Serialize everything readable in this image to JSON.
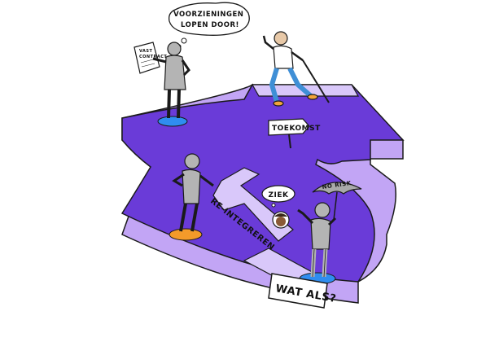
{
  "colors": {
    "platform_top": "#6a3bd8",
    "platform_side": "#c2a5f5",
    "platform_side_dark": "#a883ef",
    "path_light": "#d9c8fa",
    "figure_grey": "#b4b4b4",
    "outline": "#1a1a1a",
    "disc_blue": "#2f8df0",
    "disc_orange": "#f39a2a",
    "umbrella": "#a9a9a9"
  },
  "speech_bubble": {
    "text": "VOORZIENINGEN\nLOPEN DOOR!"
  },
  "paper_note": {
    "text": "VAST\nCONTRACT"
  },
  "sign_future": {
    "text": "TOEKOMST"
  },
  "path_label": {
    "text": "RE-INTEGREREN"
  },
  "small_bubble": {
    "text": "ZIEK"
  },
  "umbrella_label": {
    "text": "NO RISK"
  },
  "sign_question": {
    "text": "WAT ALS?"
  }
}
